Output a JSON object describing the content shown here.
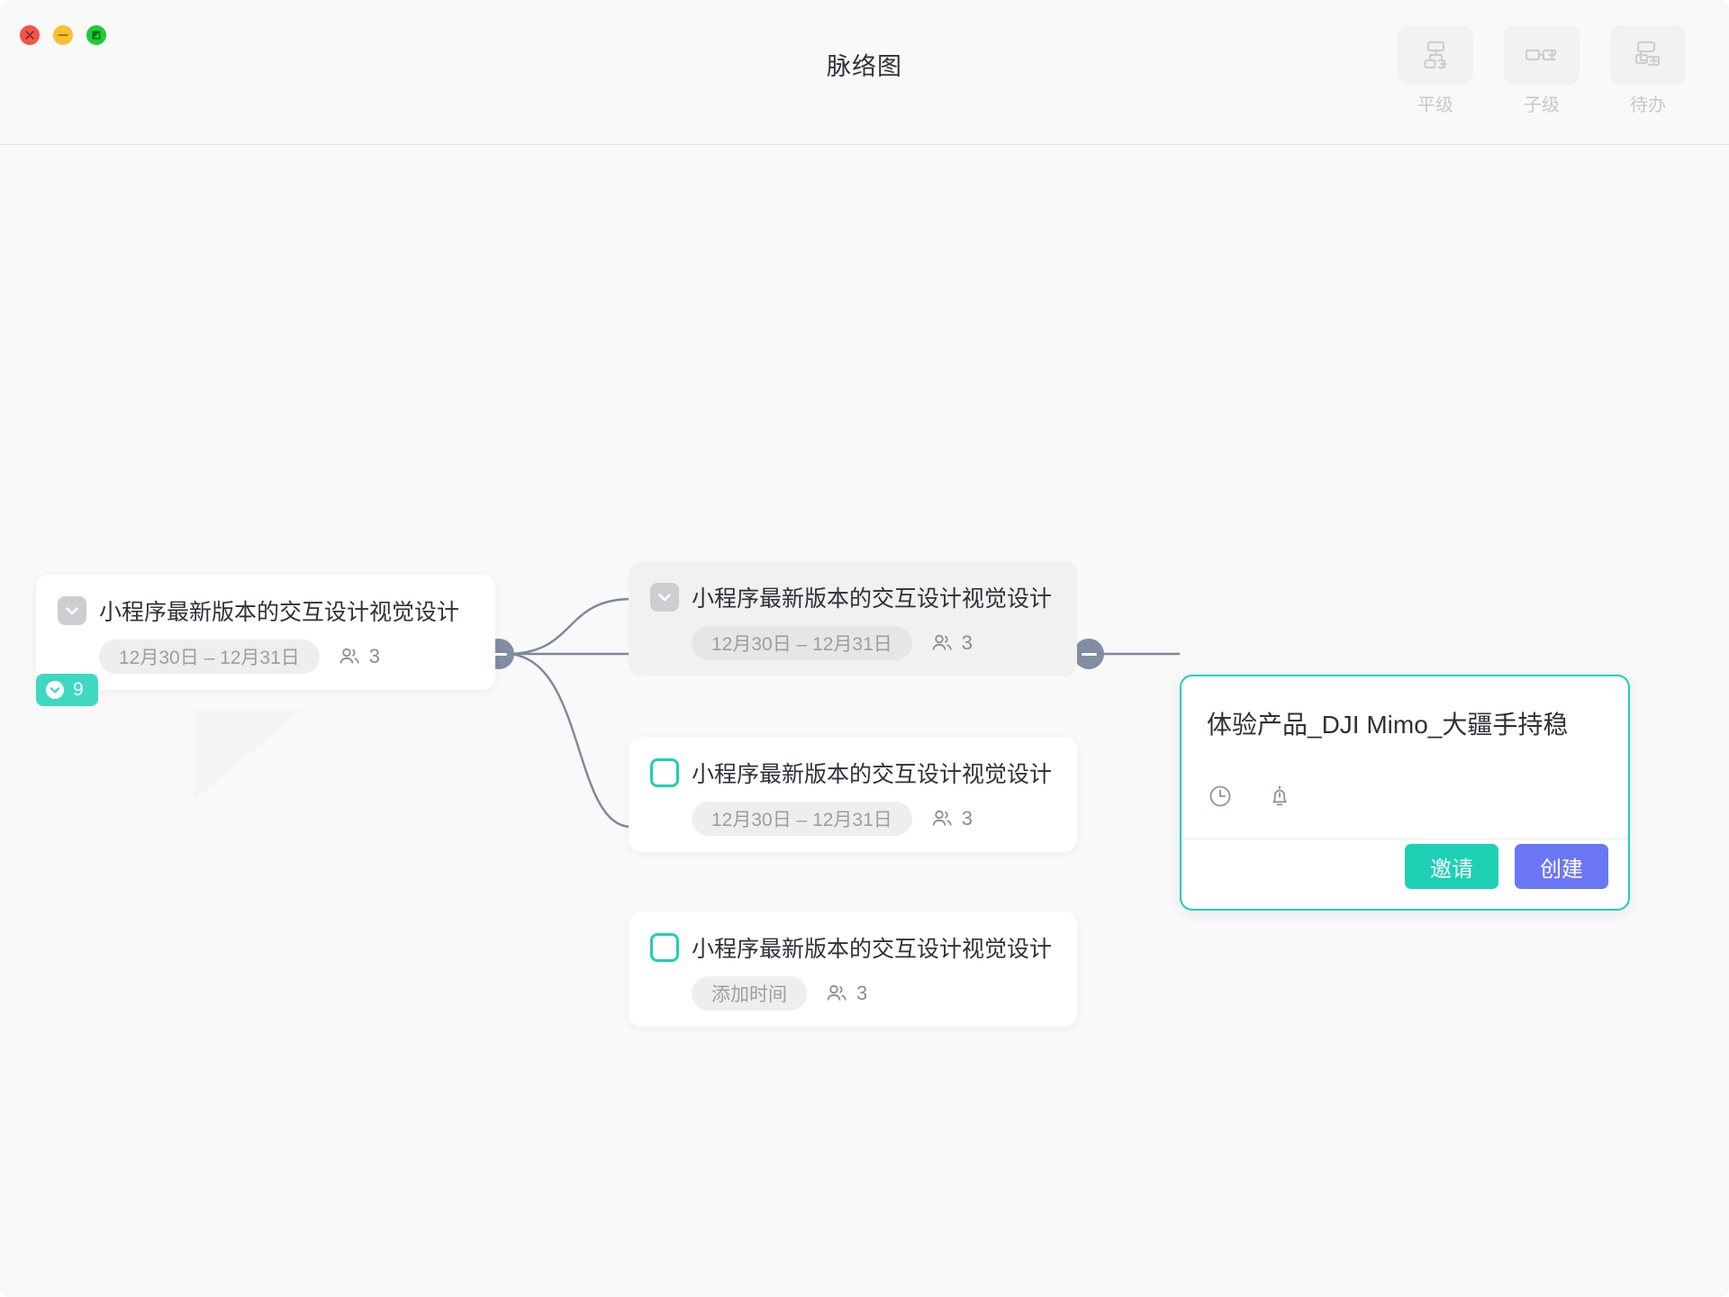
{
  "window": {
    "title": "脉络图",
    "traffic_lights": [
      {
        "name": "close",
        "color": "#f2554b"
      },
      {
        "name": "minimize",
        "color": "#fbbf33"
      },
      {
        "name": "maximize",
        "color": "#1ecc35"
      }
    ]
  },
  "toolbar": {
    "buttons": [
      {
        "label": "平级",
        "icon": "sibling-node-add-icon"
      },
      {
        "label": "子级",
        "icon": "child-node-add-icon"
      },
      {
        "label": "待办",
        "icon": "todo-node-add-icon"
      }
    ]
  },
  "colors": {
    "accent_teal": "#1ed0b4",
    "accent_blue": "#6b77f5",
    "badge_teal": "#3fd9c2",
    "edge_gray": "#7c879b",
    "canvas_bg": "#f9f9fa",
    "card_done_bg": "#f1f1f2"
  },
  "nodes": {
    "root": {
      "title": "小程序最新版本的交互设计视觉设计",
      "checkbox": "checked",
      "date": "12月30日 – 12月31日",
      "people_count": "3",
      "subtask_badge": "9"
    },
    "children": [
      {
        "title": "小程序最新版本的交互设计视觉设计",
        "checkbox": "checked",
        "date": "12月30日 – 12月31日",
        "people_count": "3",
        "state": "done"
      },
      {
        "title": "小程序最新版本的交互设计视觉设计",
        "checkbox": "unchecked",
        "date": "12月30日 – 12月31日",
        "people_count": "3",
        "state": "normal"
      },
      {
        "title": "小程序最新版本的交互设计视觉设计",
        "checkbox": "unchecked",
        "date": "添加时间",
        "people_count": "3",
        "state": "normal"
      }
    ]
  },
  "active_card": {
    "title": "体验产品_DJI Mimo_大疆手持稳",
    "icons": [
      "clock-icon",
      "bell-icon"
    ],
    "invite_label": "邀请",
    "create_label": "创建"
  }
}
